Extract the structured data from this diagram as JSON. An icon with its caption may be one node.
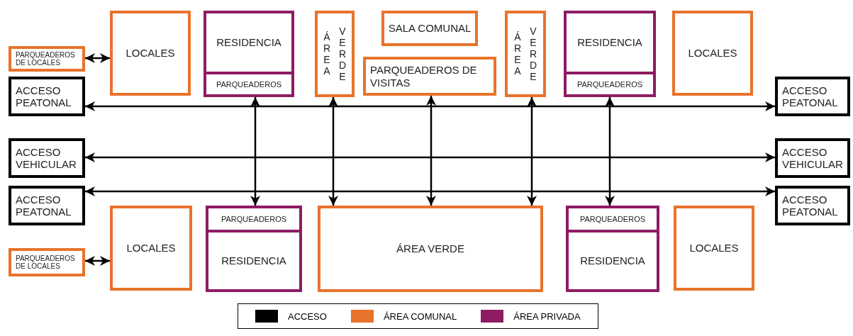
{
  "diagram": {
    "nodes": [
      {
        "text": [
          "PARQUEADEROS DE LOCALES"
        ]
      },
      {
        "text": [
          "LOCALES"
        ]
      },
      {
        "text": [
          "RESIDENCIA"
        ]
      },
      {
        "text": [
          "PARQUEADEROS"
        ],
        "in": 2
      },
      {
        "text": [
          "ÁREA VERDE"
        ]
      },
      {
        "text": [
          "SALA COMUNAL"
        ]
      },
      {
        "text": [
          "PARQUEADEROS DE VISITAS"
        ]
      },
      {
        "text": [
          "ÁREA VERDE"
        ]
      },
      {
        "text": [
          "RESIDENCIA"
        ]
      },
      {
        "text": [
          "PARQUEADEROS"
        ],
        "in": 8
      },
      {
        "text": [
          "LOCALES"
        ]
      },
      {
        "text": [
          "ACCESO PEATONAL"
        ]
      },
      {
        "text": [
          "ACCESO PEATONAL"
        ]
      },
      {
        "text": [
          "ACCESO VEHICULAR"
        ]
      },
      {
        "text": [
          "ACCESO VEHICULAR"
        ]
      },
      {
        "text": [
          "ACCESO PEATONAL"
        ]
      },
      {
        "text": [
          "LOCALES"
        ]
      },
      {
        "text": [
          "RESIDENCIA"
        ]
      },
      {
        "text": [
          "PARQUEADEROS"
        ],
        "in": 17
      },
      {
        "text": [
          "ÁREA VERDE"
        ]
      },
      {
        "text": [
          "RESIDENCIA"
        ]
      },
      {
        "text": [
          "PARQUEADEROS"
        ],
        "in": 20
      },
      {
        "text": [
          "LOCALES"
        ]
      },
      {
        "text": [
          "ACCESO PEATONAL"
        ]
      },
      {
        "text": [
          "PARQUEADEROS DE LOCALES"
        ]
      }
    ],
    "edges": [
      {
        "from": 0,
        "to": 1,
        "arrow": "both"
      },
      {
        "from": 11,
        "to": 12,
        "arrow": "both"
      },
      {
        "from": 13,
        "to": 14,
        "arrow": "both"
      },
      {
        "from": 15,
        "to": 23,
        "arrow": "both"
      },
      {
        "from": 3,
        "to": 18,
        "arrow": "both"
      },
      {
        "from": 4,
        "to": 19,
        "arrow": "both"
      },
      {
        "from": 6,
        "to": 19,
        "arrow": "both"
      },
      {
        "from": 7,
        "to": 19,
        "arrow": "both"
      },
      {
        "from": 9,
        "to": 21,
        "arrow": "both"
      },
      {
        "from": 24,
        "to": 16,
        "arrow": "both"
      }
    ],
    "legend": [
      {
        "text": "ACCESO",
        "color": "#000000"
      },
      {
        "text": "ÁREA COMUNAL",
        "color": "#e8732b"
      },
      {
        "text": "ÁREA PRIVADA",
        "color": "#8e1b63"
      }
    ]
  }
}
